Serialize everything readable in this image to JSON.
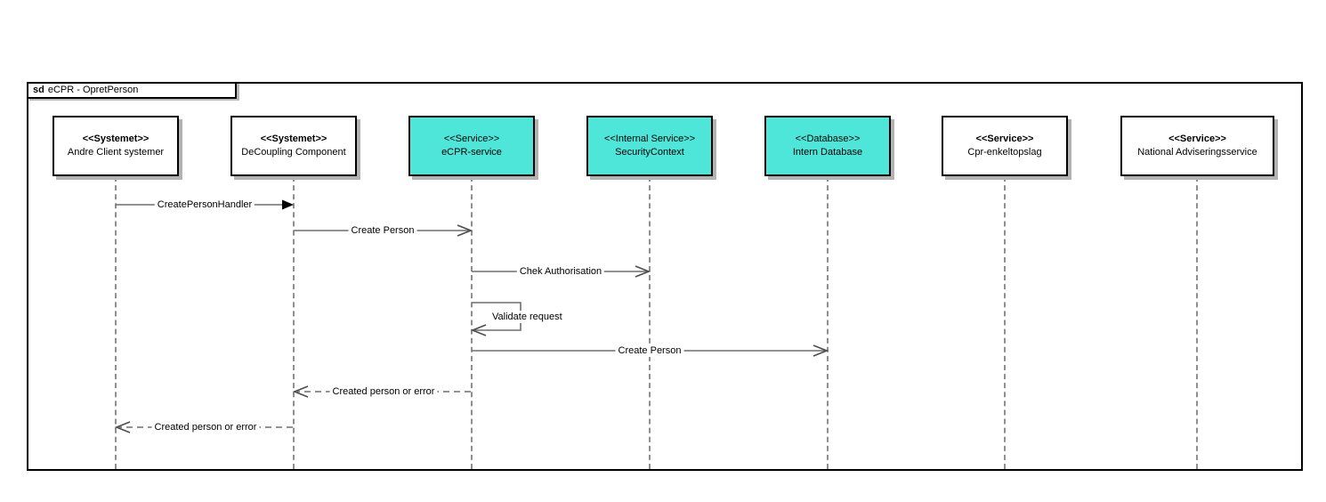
{
  "frame": {
    "keyword": "sd",
    "title": "eCPR - OpretPerson"
  },
  "participants": [
    {
      "stereotype": "<<Systemet>>",
      "name": "Andre Client systemer",
      "kind": "plain"
    },
    {
      "stereotype": "<<Systemet>>",
      "name": "DeCoupling Component",
      "kind": "plain"
    },
    {
      "stereotype": "<<Service>>",
      "name": "eCPR-service",
      "kind": "service"
    },
    {
      "stereotype": "<<Internal Service>>",
      "name": "SecurityContext",
      "kind": "service"
    },
    {
      "stereotype": "<<Database>>",
      "name": "Intern Database",
      "kind": "service"
    },
    {
      "stereotype": "<<Service>>",
      "name": "Cpr-enkeltopslag",
      "kind": "plain"
    },
    {
      "stereotype": "<<Service>>",
      "name": "National Adviseringsservice",
      "kind": "plain"
    }
  ],
  "messages": [
    {
      "label": "CreatePersonHandler",
      "from": "Andre Client systemer",
      "to": "DeCoupling Component",
      "type": "sync"
    },
    {
      "label": "Create Person",
      "from": "DeCoupling Component",
      "to": "eCPR-service",
      "type": "async"
    },
    {
      "label": "Chek Authorisation",
      "from": "eCPR-service",
      "to": "SecurityContext",
      "type": "async"
    },
    {
      "label": "Validate request",
      "from": "eCPR-service",
      "to": "eCPR-service",
      "type": "self"
    },
    {
      "label": "Create Person",
      "from": "eCPR-service",
      "to": "Intern Database",
      "type": "async"
    },
    {
      "label": "Created person or error",
      "from": "eCPR-service",
      "to": "DeCoupling Component",
      "type": "return"
    },
    {
      "label": "Created person or error",
      "from": "DeCoupling Component",
      "to": "Andre Client systemer",
      "type": "return"
    }
  ],
  "colors": {
    "service_fill": "#4FE6DA",
    "plain_fill": "#ffffff",
    "box_border": "#000000",
    "box_shadow": "#b3b3b3",
    "message_line": "#6e6e6e",
    "lifeline": "#8f8f8f",
    "sync_arrowhead": "#000000"
  }
}
